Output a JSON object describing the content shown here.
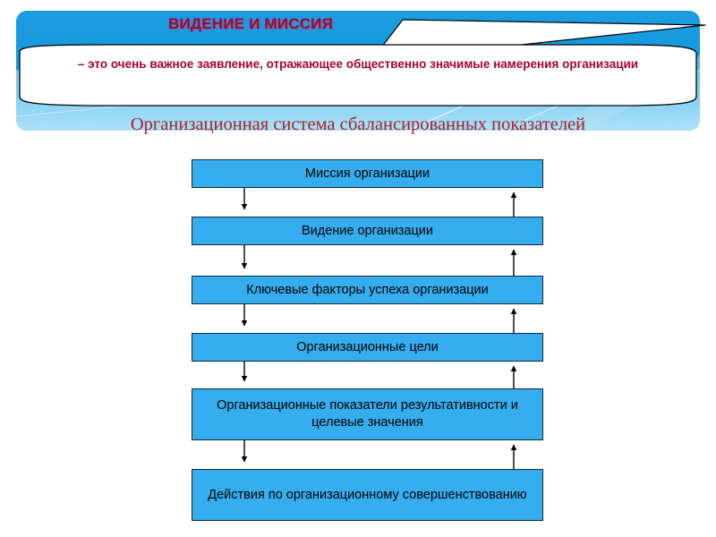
{
  "banner": {
    "title": "ВИДЕНИЕ И МИССИЯ",
    "subtitle": "– это очень важное заявление, отражающее общественно значимые намерения организации",
    "title_color": "#A3003C",
    "banner_color": "#1595DC",
    "banner_color_light": "#7FCCF0"
  },
  "section": {
    "heading": "Организационная система сбалансированных показателей",
    "heading_color": "#A32028"
  },
  "flowchart": {
    "box_fill": "#35ADEE",
    "box_border": "#0B2A3A",
    "boxes": [
      {
        "label": "Миссия организации"
      },
      {
        "label": "Видение организации"
      },
      {
        "label": "Ключевые факторы успеха организации"
      },
      {
        "label": "Организационные цели"
      },
      {
        "label": "Организационные показатели результативности и целевые значения"
      },
      {
        "label": "Действия по организационному совершенствованию"
      }
    ],
    "down_arrows": 5,
    "up_arrows": 5
  }
}
